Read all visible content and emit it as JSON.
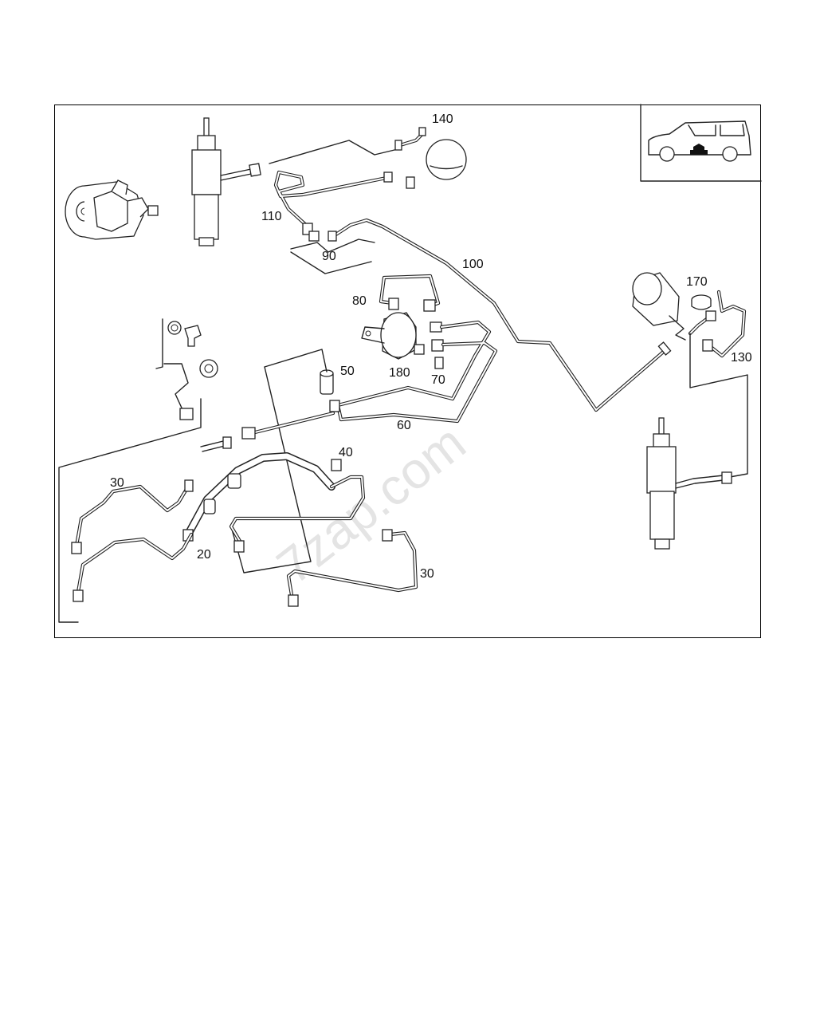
{
  "diagram": {
    "callouts": {
      "c140": "140",
      "c110": "110",
      "c90": "90",
      "c100": "100",
      "c80": "80",
      "c170": "170",
      "c130": "130",
      "c50": "50",
      "c180": "180",
      "c70": "70",
      "c60": "60",
      "c40": "40",
      "c30a": "30",
      "c20": "20",
      "c30b": "30"
    },
    "watermark": "7zap.com"
  }
}
